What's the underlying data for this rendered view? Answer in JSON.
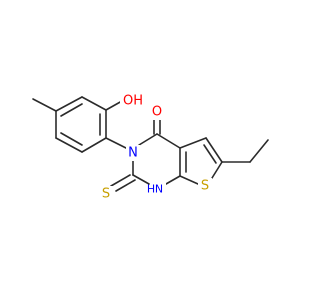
{
  "structure": {
    "atoms": {
      "o_hydroxyl": {
        "text": "OH",
        "color": "#ff0000"
      },
      "o_carbonyl": {
        "text": "O",
        "color": "#ff0000"
      },
      "n_ring": {
        "text": "N",
        "color": "#0000ff"
      },
      "s_thione": {
        "text": "S",
        "color": "#c8a000"
      },
      "nh_ring": {
        "text": "H",
        "color": "#0000ff"
      },
      "nh_ring_n": {
        "text": "N",
        "color": "#0000ff"
      },
      "s_thiophene": {
        "text": "S",
        "color": "#c8a000"
      }
    },
    "bond_color": "#2b2b2b"
  }
}
